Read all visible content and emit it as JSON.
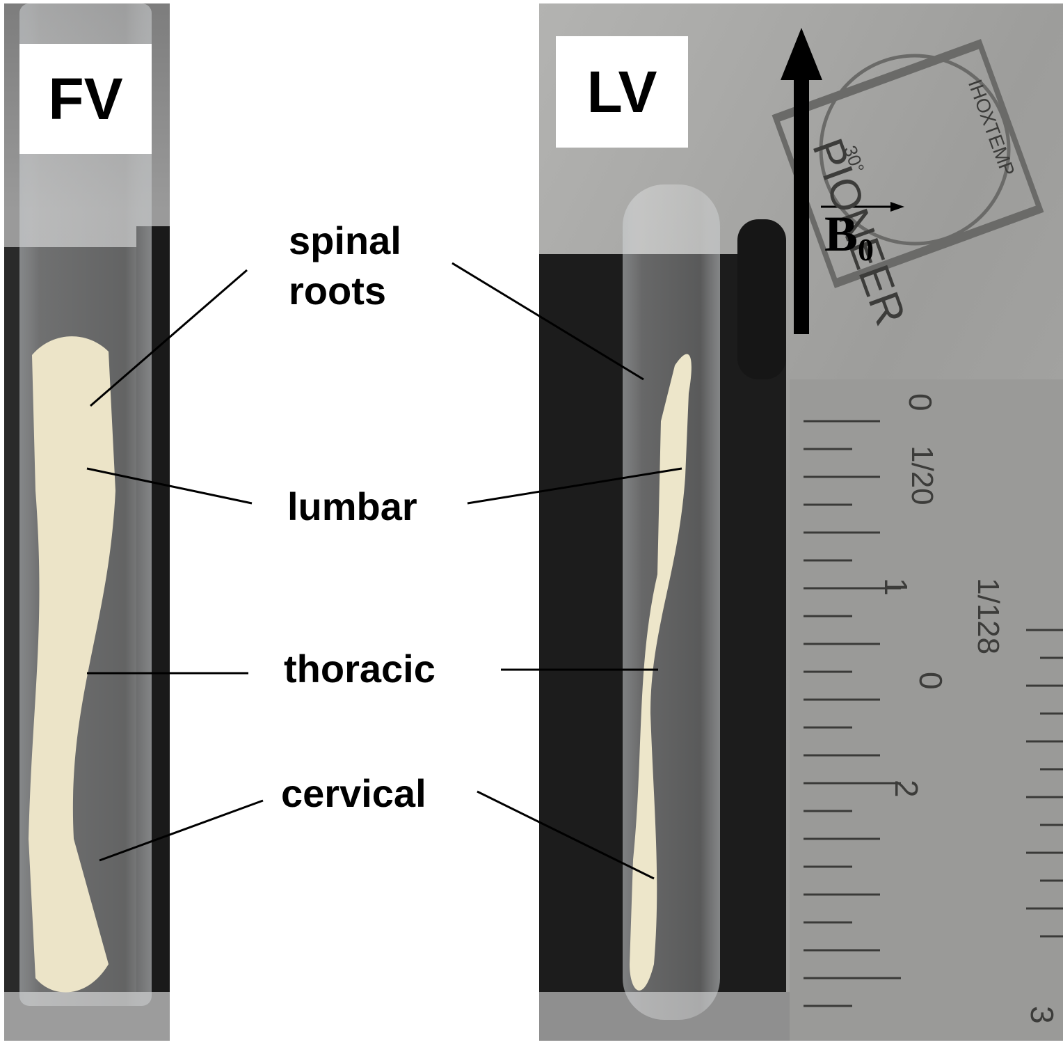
{
  "panels": {
    "left": {
      "label": "FV"
    },
    "right": {
      "label": "LV"
    }
  },
  "annotations": {
    "spinal_roots": "spinal\nroots",
    "lumbar": "lumbar",
    "thoracic": "thoracic",
    "cervical": "cervical"
  },
  "field_arrow": {
    "symbol": "B",
    "subscript": "0"
  },
  "stamp": {
    "brand": "PIONEER",
    "arc_text": "ІНОХТЕМР",
    "small": "30°"
  },
  "ruler": {
    "marks": [
      "0",
      "1/20",
      "1",
      "1/128",
      "0",
      "2",
      "3"
    ]
  },
  "colors": {
    "background": "#ffffff",
    "tissue": "#ece4c8",
    "holder": "#1c1c1c",
    "steel": "#a8a8a6"
  }
}
